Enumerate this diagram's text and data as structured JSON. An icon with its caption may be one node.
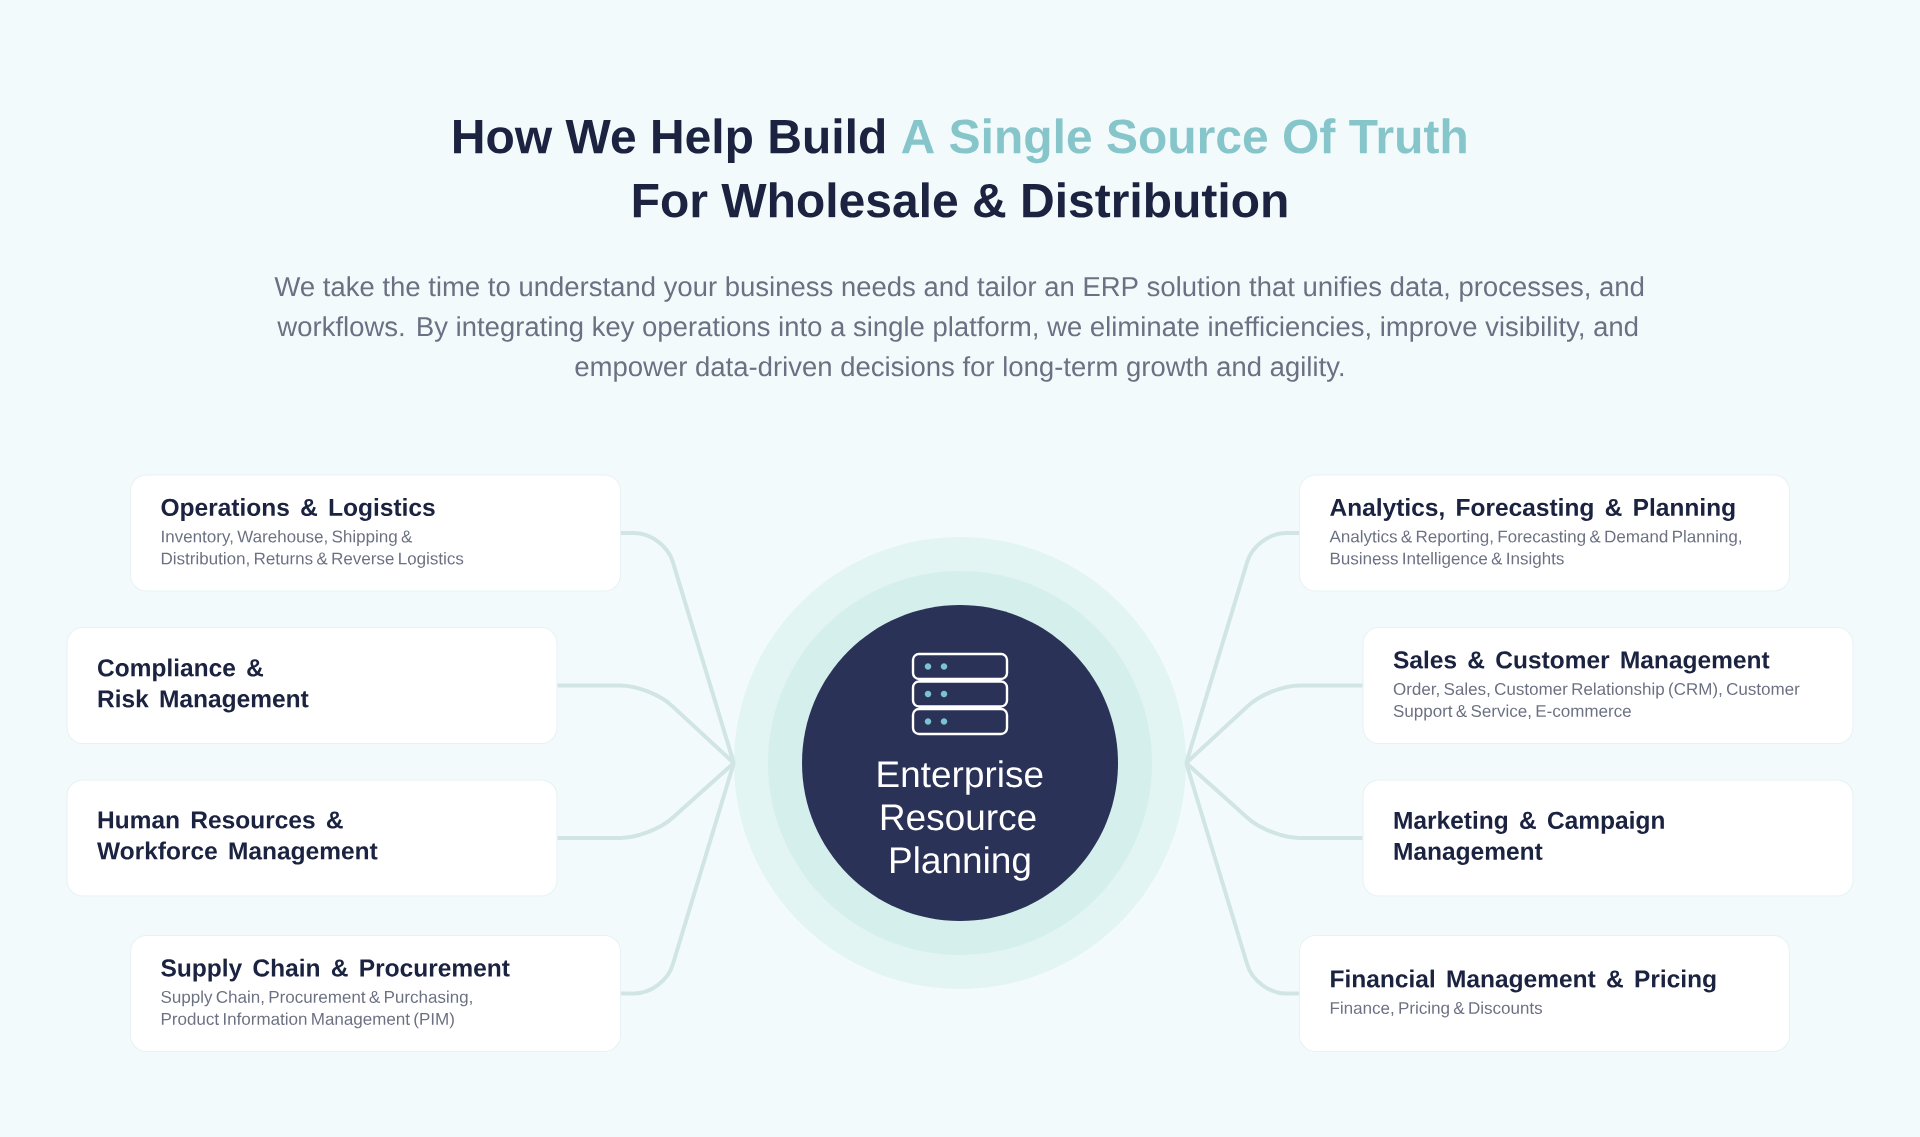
{
  "diagram": {
    "title": "How We Help Build A Single Source Of Truth For Wholesale & Distribution",
    "nodes": [
      {
        "text": [
          "Enterprise Resource Planning"
        ]
      },
      {
        "text": [
          "Operations & Logistics",
          "Inventory, Warehouse, Shipping & Distribution, Returns & Reverse Logistics"
        ]
      },
      {
        "text": [
          "Analytics, Forecasting & Planning",
          "Analytics & Reporting, Forecasting & Demand Planning, Business Intelligence & Insights"
        ]
      },
      {
        "text": [
          "Compliance & Risk Management"
        ]
      },
      {
        "text": [
          "Sales & Customer Management",
          "Order, Sales, Customer Relationship (CRM), Customer Support & Service, E-commerce"
        ]
      },
      {
        "text": [
          "Human Resources & Workforce Management"
        ]
      },
      {
        "text": [
          "Marketing & Campaign Management"
        ]
      },
      {
        "text": [
          "Supply Chain & Procurement",
          "Supply Chain, Procurement & Purchasing, Product Information Management (PIM)"
        ]
      },
      {
        "text": [
          "Financial Management & Pricing",
          "Finance, Pricing & Discounts"
        ]
      }
    ],
    "edges": [
      {
        "from": 1,
        "to": 0,
        "arrow": "none"
      },
      {
        "from": 2,
        "to": 0,
        "arrow": "none"
      },
      {
        "from": 3,
        "to": 0,
        "arrow": "none"
      },
      {
        "from": 4,
        "to": 0,
        "arrow": "none"
      },
      {
        "from": 5,
        "to": 0,
        "arrow": "none"
      },
      {
        "from": 6,
        "to": 0,
        "arrow": "none"
      },
      {
        "from": 7,
        "to": 0,
        "arrow": "none"
      },
      {
        "from": 8,
        "to": 0,
        "arrow": "none"
      }
    ],
    "labels": [
      "We take the time to understand your business needs and tailor an ERP solution that unifies data, processes, and workflows. By integrating key operations into a single platform, we eliminate inefficiencies, improve visibility, and empower data-driven decisions for long-term growth and agility."
    ]
  }
}
